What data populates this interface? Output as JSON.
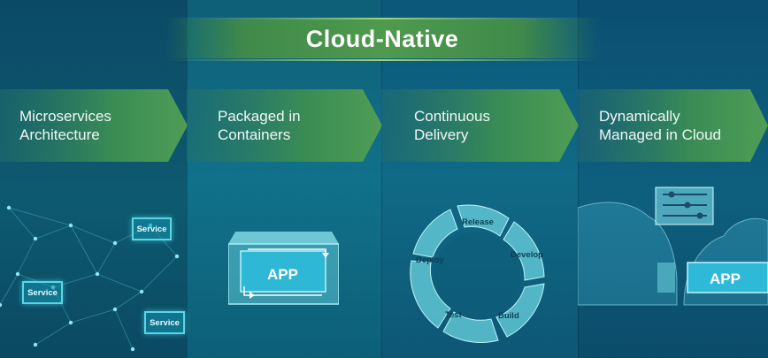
{
  "title": "Cloud-Native",
  "pillars": [
    {
      "line1": "Microservices",
      "line2": "Architecture"
    },
    {
      "line1": "Packaged in",
      "line2": "Containers"
    },
    {
      "line1": "Continuous",
      "line2": "Delivery"
    },
    {
      "line1": "Dynamically",
      "line2": "Managed in Cloud"
    }
  ],
  "microservices": {
    "labels": [
      "Service",
      "Service",
      "Service"
    ]
  },
  "container": {
    "app_label": "APP"
  },
  "delivery_cycle": {
    "stages": [
      "Release",
      "Develop",
      "Build",
      "Test",
      "Deploy"
    ]
  },
  "cloud": {
    "app_label": "APP"
  },
  "colors": {
    "title_band": "#4f9a4e",
    "chevron": "#3b8d55",
    "accent_cyan": "#5ad6e3"
  }
}
